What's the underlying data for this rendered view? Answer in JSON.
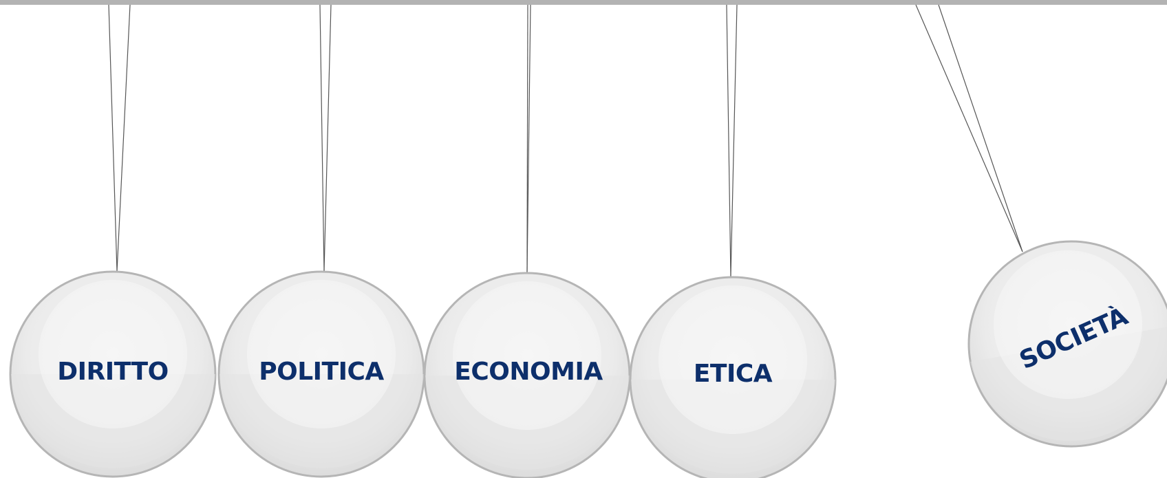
{
  "balls": [
    {
      "label": "DIRITTO"
    },
    {
      "label": "POLITICA"
    },
    {
      "label": "ECONOMIA"
    },
    {
      "label": "ETICA"
    },
    {
      "label": "SOCIETÀ"
    }
  ],
  "colors": {
    "top_bar": "#b3b3b3",
    "ball_fill": "#e6e6e6",
    "ball_stroke": "#b5b5b5",
    "label": "#0d2f6b",
    "string": "#555555"
  }
}
